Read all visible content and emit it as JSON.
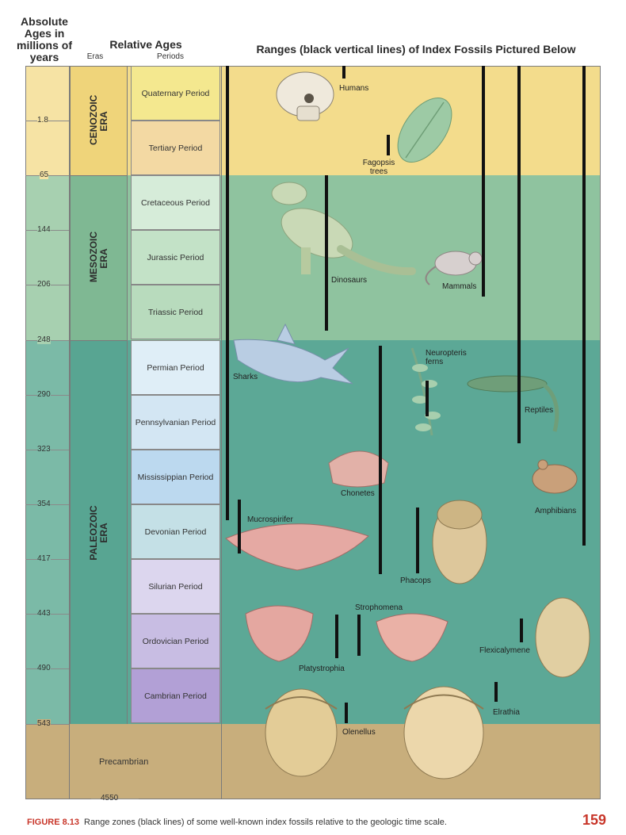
{
  "header": {
    "absolute_ages": "Absolute Ages in millions of years",
    "relative_ages": "Relative Ages",
    "eras": "Eras",
    "periods": "Periods",
    "ranges": "Ranges (black vertical lines) of Index Fossils Pictured Below"
  },
  "ticks": [
    "1.8",
    "65",
    "144",
    "206",
    "248",
    "290",
    "323",
    "354",
    "417",
    "443",
    "490",
    "543"
  ],
  "bottom_age": "4550",
  "eras": {
    "cenozoic": "CENOZOIC ERA",
    "mesozoic": "MESOZOIC ERA",
    "paleozoic": "PALEOZOIC ERA",
    "precambrian": "Precambrian"
  },
  "periods": [
    "Quaternary Period",
    "Tertiary Period",
    "Cretaceous Period",
    "Jurassic Period",
    "Triassic Period",
    "Permian Period",
    "Pennsylvanian Period",
    "Mississippian Period",
    "Devonian Period",
    "Silurian Period",
    "Ordovician Period",
    "Cambrian Period"
  ],
  "fossils": {
    "humans": "Humans",
    "fagopsis": "Fagopsis trees",
    "dinosaurs": "Dinosaurs",
    "mammals": "Mammals",
    "sharks": "Sharks",
    "neuropteris": "Neuropteris ferns",
    "reptiles": "Reptiles",
    "chonetes": "Chonetes",
    "amphibians": "Amphibians",
    "mucrospirifer": "Mucrospirifer",
    "phacops": "Phacops",
    "strophomena": "Strophomena",
    "flexicalymene": "Flexicalymene",
    "platystrophia": "Platystrophia",
    "elrathia": "Elrathia",
    "olenellus": "Olenellus"
  },
  "caption": {
    "figure": "FIGURE 8.13",
    "text": "Range zones (black lines) of some well-known index fossils relative to the geologic time scale."
  },
  "page_number": "159",
  "colors": {
    "cenozoic_bg": "#f3dc8c",
    "mesozoic_bg": "#8fc39f",
    "paleozoic_bg": "#5ca896",
    "precambrian_bg": "#c8ae7c",
    "caption_red": "#c8362a"
  }
}
